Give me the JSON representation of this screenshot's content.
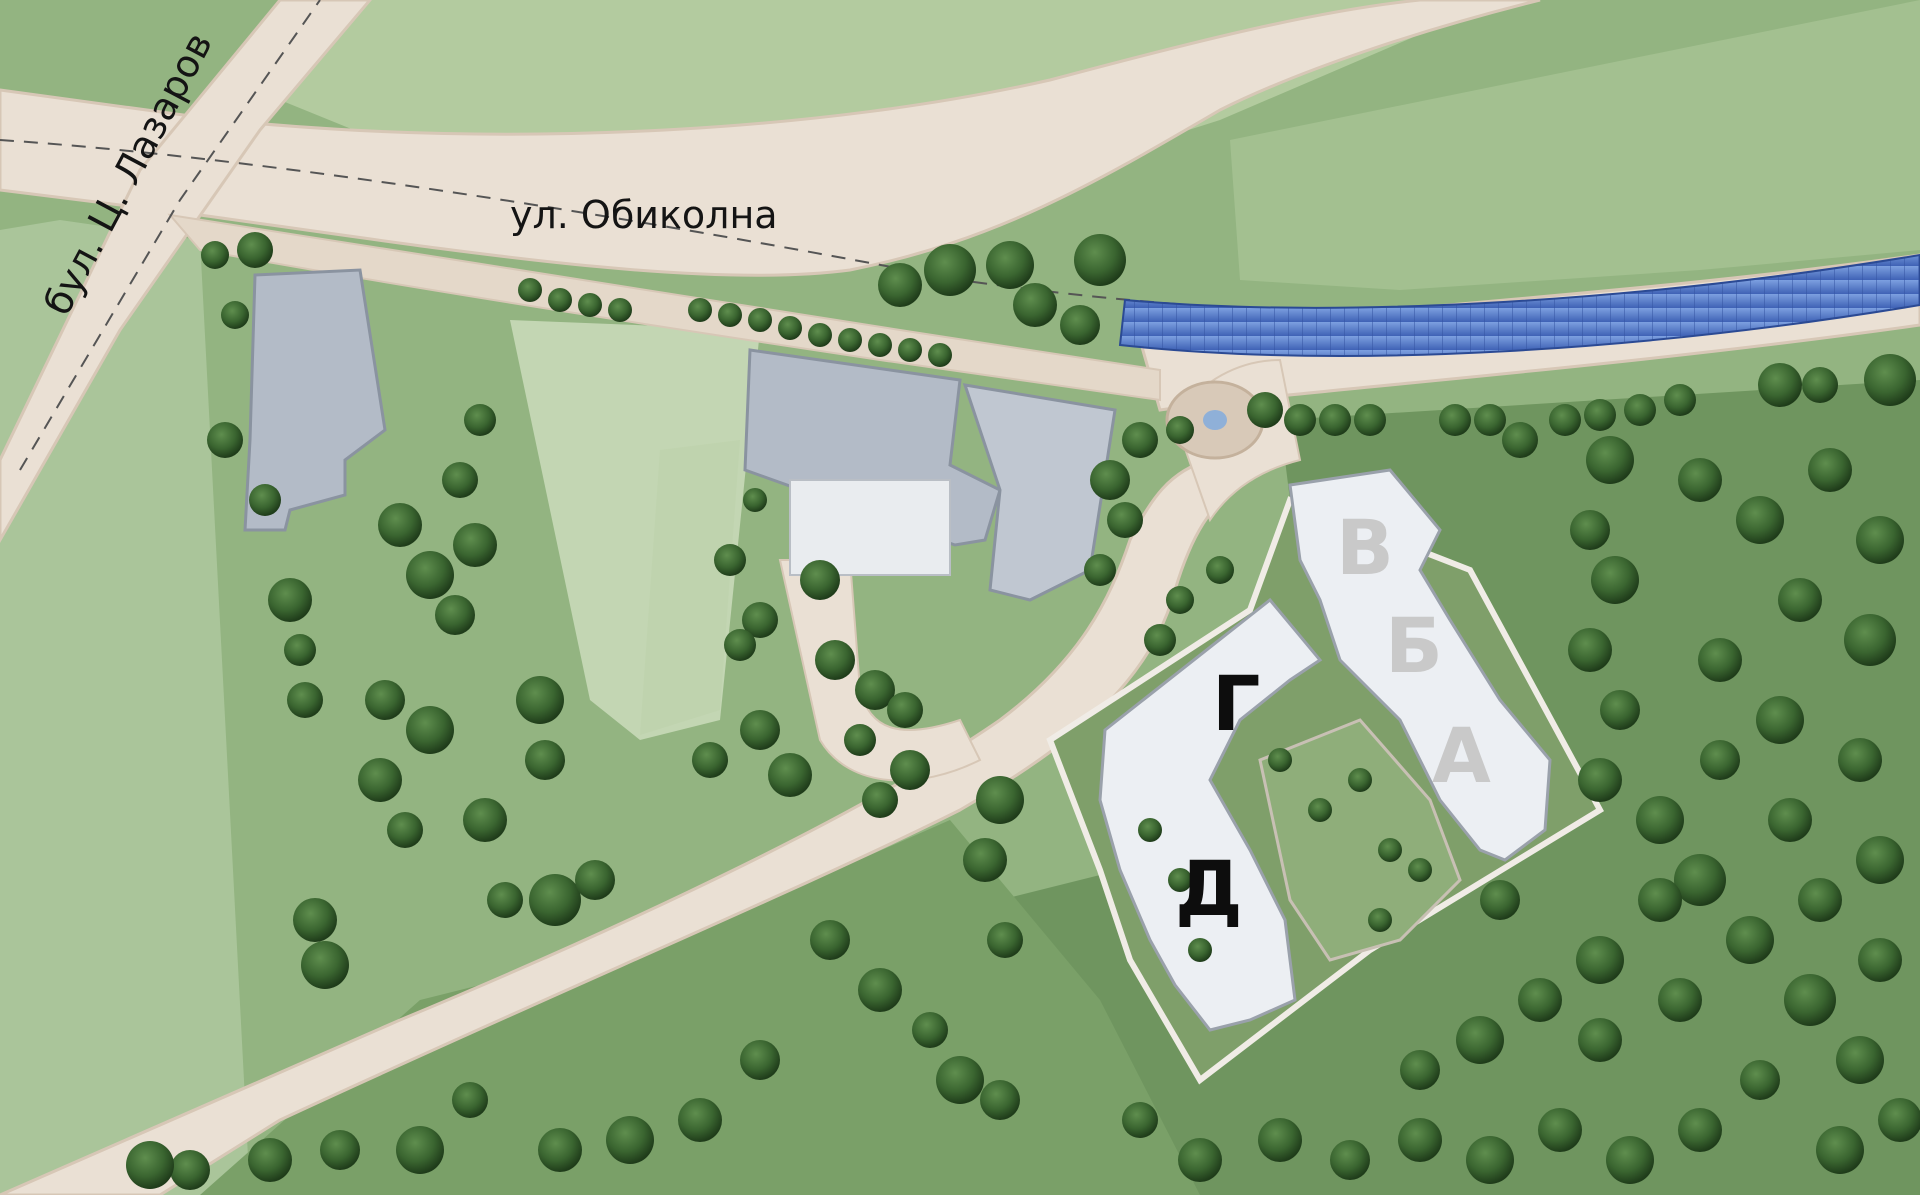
{
  "map": {
    "street_labels": {
      "obikolna": "ул. Обиколна",
      "lazarov": "бул. Ц. Лазаров"
    },
    "block_labels": {
      "a": "А",
      "b": "Б",
      "v": "В",
      "g": "Г",
      "d": "Д"
    },
    "colors": {
      "grass": "#93b481",
      "grass_light": "#b9cfa4",
      "grass_dark": "#6f955f",
      "road": "#eae0d4",
      "road_edge": "#d7c7b6",
      "building_roof": "#b3bbc7",
      "building_roof_light": "#eceff3",
      "solar": "#5a7fc9",
      "tree": "#3f6a35",
      "tree_dark": "#22401d",
      "label_dark": "#0d0d0d",
      "label_grey": "#c9c9c9"
    }
  }
}
